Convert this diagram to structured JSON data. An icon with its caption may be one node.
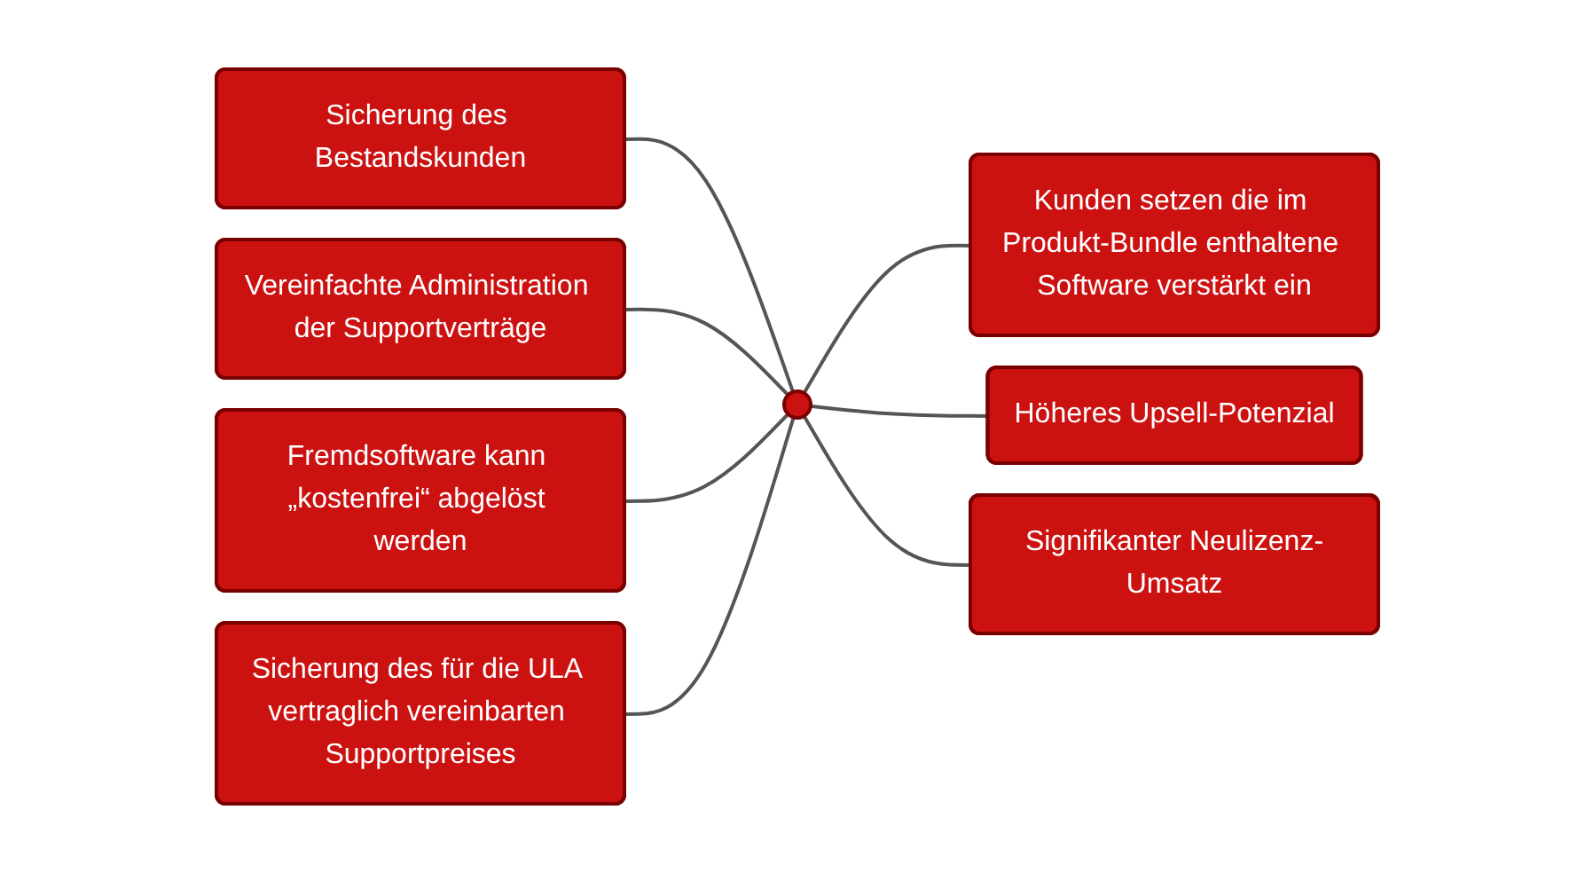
{
  "diagram": {
    "nodes": [
      {
        "text": [
          "Sicherung des Bestandskunden"
        ]
      },
      {
        "text": [
          "Kunden setzen die im Produkt-Bundle enthaltene Software verstärkt ein"
        ]
      },
      {
        "text": [
          "Vereinfachte Administration der Supportverträge"
        ]
      },
      {
        "text": [],
        "shape": "circle"
      },
      {
        "text": [
          "Höheres Upsell-Potenzial"
        ]
      },
      {
        "text": [
          "Fremdsoftware kann „kostenfrei“ abgelöst werden"
        ]
      },
      {
        "text": [
          "Signifikanter Neulizenz-Umsatz"
        ]
      },
      {
        "text": [
          "Sicherung des für die ULA vertraglich vereinbarten Supportpreises"
        ]
      }
    ],
    "edges": [
      {
        "from": 0,
        "to": 3,
        "arrow": "none"
      },
      {
        "from": 3,
        "to": 1,
        "arrow": "none"
      },
      {
        "from": 2,
        "to": 3,
        "arrow": "none"
      },
      {
        "from": 3,
        "to": 4,
        "arrow": "none"
      },
      {
        "from": 5,
        "to": 3,
        "arrow": "none"
      },
      {
        "from": 3,
        "to": 6,
        "arrow": "none"
      },
      {
        "from": 7,
        "to": 3,
        "arrow": "none"
      }
    ]
  }
}
